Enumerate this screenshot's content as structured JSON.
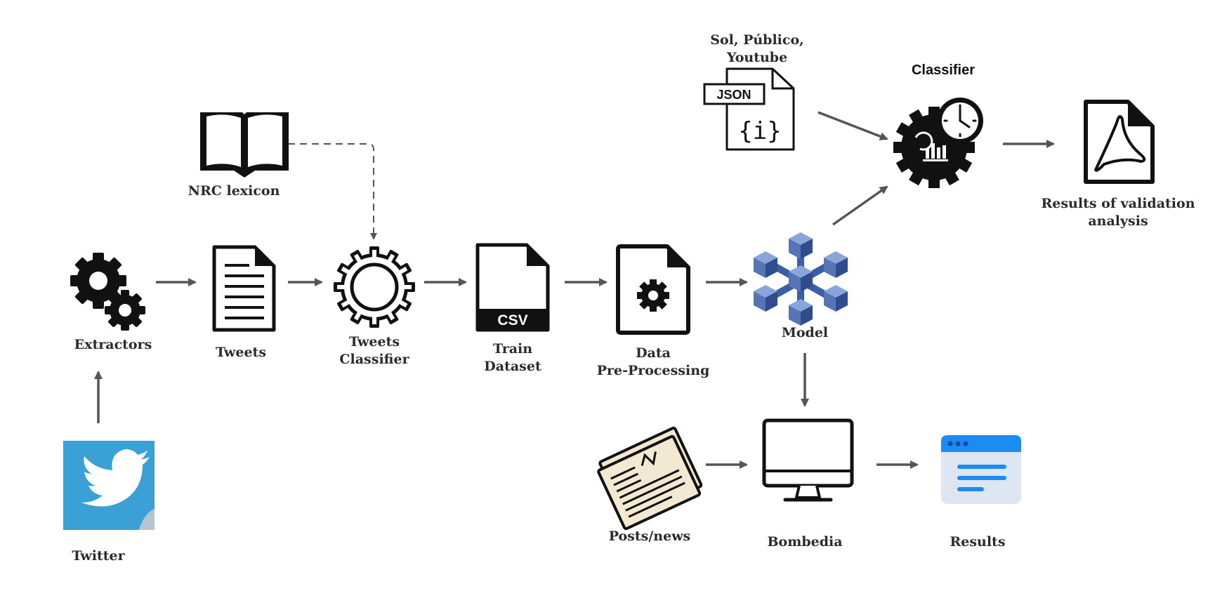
{
  "nodes": {
    "extractors": {
      "label": "Extractors"
    },
    "twitter": {
      "label": "Twitter"
    },
    "tweets": {
      "label": "Tweets"
    },
    "nrc_lexicon": {
      "label": "NRC lexicon"
    },
    "tweets_classifier": {
      "label_line1": "Tweets",
      "label_line2": "Classifier"
    },
    "train_dataset": {
      "label_line1": "Train",
      "label_line2": "Dataset",
      "file_tag": "CSV"
    },
    "data_preprocessing": {
      "label_line1": "Data",
      "label_line2": "Pre-Processing"
    },
    "model": {
      "label": "Model"
    },
    "json_source": {
      "label_line1": "Sol, Público,",
      "label_line2": "Youtube",
      "file_tag": "JSON",
      "glyph": "{i}"
    },
    "classifier": {
      "label": "Classifier"
    },
    "validation_results": {
      "label_line1": "Results of validation",
      "label_line2": "analysis"
    },
    "posts_news": {
      "label": "Posts/news"
    },
    "bombedia": {
      "label": "Bombedia"
    },
    "results": {
      "label": "Results"
    }
  },
  "colors": {
    "arrow": "#555555",
    "icon": "#111111",
    "twitter_blue": "#3aa0d6",
    "model_blue": "#3a5fa6",
    "results_blue": "#1a8cf2",
    "results_panel": "#dde6f2"
  }
}
